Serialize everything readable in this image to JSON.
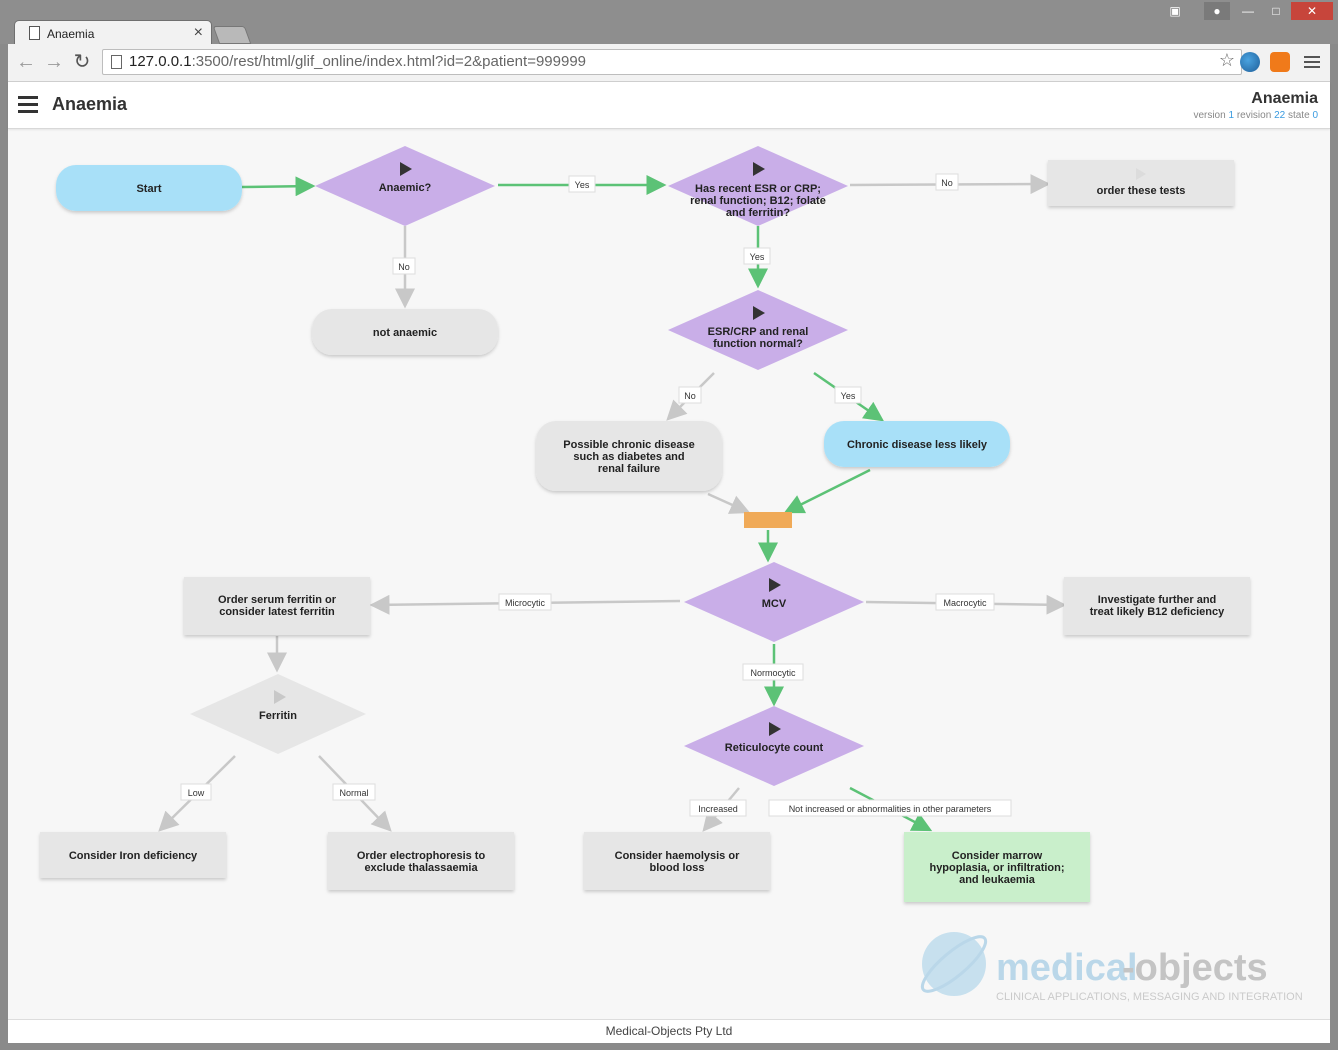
{
  "browser": {
    "tab_title": "Anaemia",
    "tab_close": "×",
    "url_host": "127.0.0.1",
    "url_rest": ":3500/rest/html/glif_online/index.html?id=2&patient=999999",
    "window_min": "—",
    "window_max": "□",
    "window_close": "✕",
    "back_icon": "←",
    "forward_icon": "→",
    "reload_icon": "↻",
    "bookmark_icon": "☆"
  },
  "app": {
    "title": "Anaemia",
    "right_title": "Anaemia",
    "version_label": "version",
    "version_value": "1",
    "revision_label": "revision",
    "revision_value": "22",
    "state_label": "state",
    "state_value": "0",
    "footer": "Medical-Objects Pty Ltd"
  },
  "colors": {
    "start_blue": "#a8e0f8",
    "decision_purple": "#c9aee8",
    "action_gray": "#e6e6e6",
    "result_green": "#c9efcb",
    "sync_orange": "#f0aa58",
    "edge_green": "#5cc276",
    "edge_gray": "#c8c8c8"
  },
  "flow": {
    "nodes": {
      "start": "Start",
      "anaemic": "Anaemic?",
      "has_recent_l1": "Has recent ESR or CRP;",
      "has_recent_l2": "renal function; B12; folate",
      "has_recent_l3": "and ferritin?",
      "order_tests": "order these tests",
      "not_anaemic": "not anaemic",
      "esr_l1": "ESR/CRP and renal",
      "esr_l2": "function normal?",
      "possible_l1": "Possible chronic disease",
      "possible_l2": "such as diabetes and",
      "possible_l3": "renal failure",
      "chronic_less": "Chronic disease less likely",
      "order_ferritin_l1": "Order serum ferritin or",
      "order_ferritin_l2": "consider latest ferritin",
      "mcv": "MCV",
      "investigate_l1": "Investigate further and",
      "investigate_l2": "treat likely B12 deficiency",
      "ferritin": "Ferritin",
      "reticulocyte": "Reticulocyte count",
      "iron": "Consider Iron deficiency",
      "electro_l1": "Order electrophoresis to",
      "electro_l2": "exclude thalassaemia",
      "haemolysis_l1": "Consider haemolysis or",
      "haemolysis_l2": "blood loss",
      "marrow_l1": "Consider marrow",
      "marrow_l2": "hypoplasia, or infiltration;",
      "marrow_l3": "and leukaemia"
    },
    "edges": {
      "yes1": "Yes",
      "no1": "No",
      "no2": "No",
      "yes2": "Yes",
      "no3": "No",
      "yes3": "Yes",
      "microcytic": "Microcytic",
      "macrocytic": "Macrocytic",
      "normocytic": "Normocytic",
      "low": "Low",
      "normal": "Normal",
      "increased": "Increased",
      "not_increased": "Not increased or abnormalities in other parameters"
    }
  },
  "watermark": {
    "brand_a": "medical",
    "brand_b": "-objects",
    "tagline": "CLINICAL APPLICATIONS, MESSAGING AND INTEGRATION"
  }
}
